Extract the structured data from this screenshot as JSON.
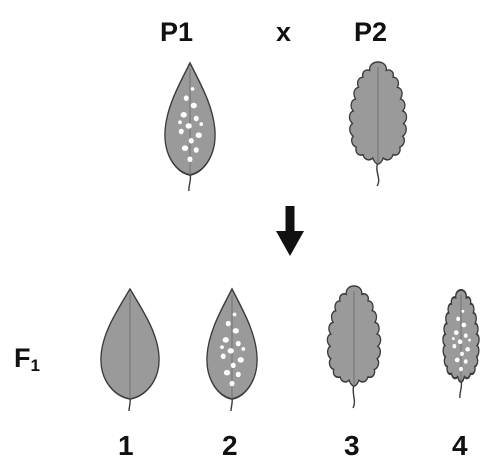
{
  "parents": {
    "p1_label": "P1",
    "cross_symbol": "x",
    "p2_label": "P2"
  },
  "offspring": {
    "generation_label": "F",
    "generation_subscript": "1",
    "labels": [
      "1",
      "2",
      "3",
      "4"
    ]
  },
  "traits": {
    "p1": {
      "shape": "smooth-oval",
      "pattern": "white-spots"
    },
    "p2": {
      "shape": "lobed-oak",
      "pattern": "plain"
    },
    "f1": [
      {
        "shape": "smooth-oval",
        "pattern": "plain"
      },
      {
        "shape": "smooth-oval",
        "pattern": "white-spots"
      },
      {
        "shape": "lobed-oak",
        "pattern": "plain"
      },
      {
        "shape": "lobed-oak",
        "pattern": "white-spots"
      }
    ]
  },
  "colors": {
    "leaf_fill": "#9a9a9a",
    "leaf_outline": "#3a3a3a",
    "spot": "#ffffff",
    "arrow": "#111111"
  },
  "icons": [
    "down-arrow-icon"
  ]
}
